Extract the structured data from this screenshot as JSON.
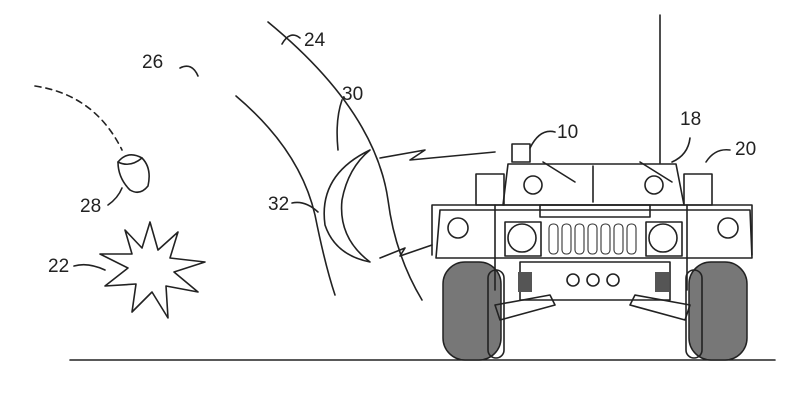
{
  "figure": {
    "labels": {
      "vehicle": "10",
      "antenna_mast": "18",
      "vehicle_assembly": "20",
      "threat_explosion": "22",
      "shield_outer": "24",
      "shield_region": "26",
      "projectile": "28",
      "shield_crescent": "30",
      "shield_inner": "32"
    },
    "colors": {
      "line": "#222222",
      "background": "#ffffff"
    }
  }
}
